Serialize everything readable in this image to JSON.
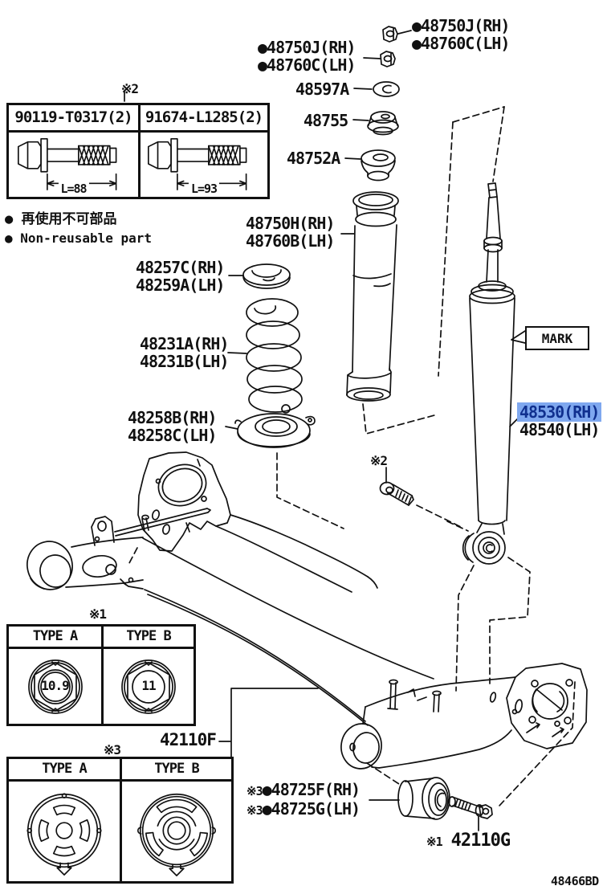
{
  "diagram_code": "48466BD",
  "legend": {
    "jp": "● 再使用不可部品",
    "en": "● Non-reusable part"
  },
  "callouts": {
    "nut_upper": {
      "line1": "●48750J(RH)",
      "line2": "●48760C(LH)"
    },
    "nut_lower": {
      "line1": "●48750J(RH)",
      "line2": "●48760C(LH)"
    },
    "washer": "48597A",
    "cushion_upper": "48755",
    "cushion_lower": "48752A",
    "bumper": {
      "line1": "48750H(RH)",
      "line2": "48760B(LH)"
    },
    "spring_seat_upper": {
      "line1": "48257C(RH)",
      "line2": "48259A(LH)"
    },
    "coil_spring": {
      "line1": "48231A(RH)",
      "line2": "48231B(LH)"
    },
    "spring_seat_lower": {
      "line1": "48258B(RH)",
      "line2": "48258C(LH)"
    },
    "mark": "MARK",
    "shock": {
      "line1": "48530(RH)",
      "line2": "48540(LH)"
    },
    "shock_bolt_ref": "※2",
    "beam": "42110F",
    "bushing": {
      "ref": "※3",
      "line1": "●48725F(RH)",
      "line2": "●48725G(LH)"
    },
    "bushing_bolt": {
      "ref": "※1",
      "number": "42110G"
    }
  },
  "fastener_box": {
    "ref": "※2",
    "columns": [
      {
        "part_no": "90119-T0317(2)",
        "length": "L=88"
      },
      {
        "part_no": "91674-L1285(2)",
        "length": "L=93"
      }
    ]
  },
  "nut_type_box": {
    "ref": "※1",
    "columns": [
      {
        "label": "TYPE A",
        "stamp": "10.9"
      },
      {
        "label": "TYPE B",
        "stamp": "11"
      }
    ]
  },
  "bushing_type_box": {
    "ref": "※3",
    "columns": [
      {
        "label": "TYPE A"
      },
      {
        "label": "TYPE B"
      }
    ]
  },
  "colors": {
    "highlight_bg": "#7fa8ef",
    "highlight_text": "#10308f",
    "line": "#111111"
  }
}
